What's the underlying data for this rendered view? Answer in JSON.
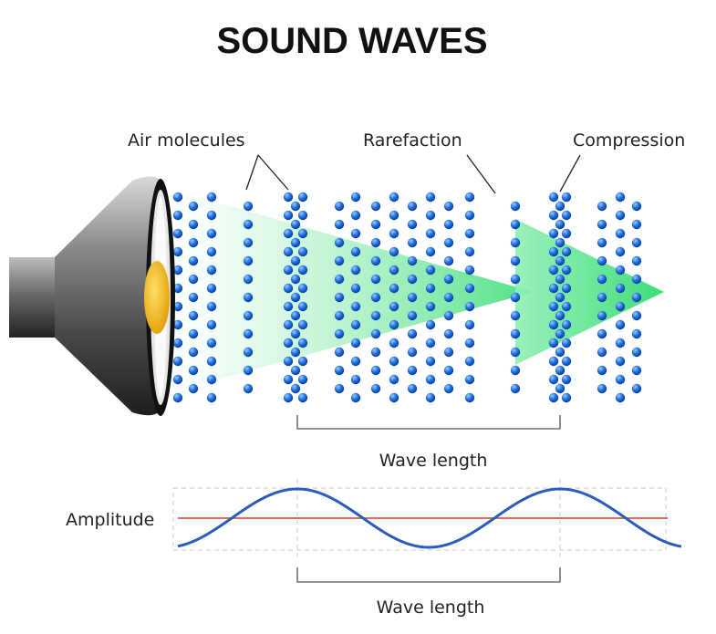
{
  "title": "SOUND WAVES",
  "labels": {
    "air_molecules": "Air molecules",
    "rarefaction": "Rarefaction",
    "compression": "Compression",
    "wave_length_top": "Wave length",
    "amplitude": "Amplitude",
    "wave_length_bottom": "Wave length"
  },
  "colors": {
    "molecule": "#1f6fe0",
    "molecule_highlight": "#7fb6ff",
    "cone_green": "#57e58c",
    "wave_blue": "#2a5bbf",
    "baseline_red": "#d9381e",
    "speaker_dark": "#2b2b2b",
    "speaker_center": "#f2b400"
  }
}
